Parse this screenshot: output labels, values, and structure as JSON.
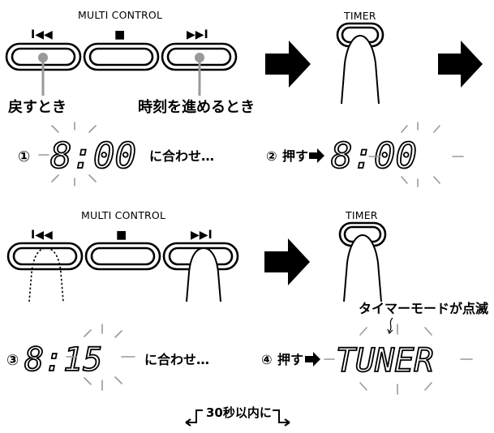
{
  "top": {
    "multi_control": "MULTI CONTROL",
    "prev_symbol": "I◀◀",
    "stop_symbol": "■",
    "next_symbol": "▶▶I",
    "timer": "TIMER",
    "back_label": "戻すとき",
    "forward_label": "時刻を進めるとき"
  },
  "step1": {
    "num": "①",
    "display": "8:00",
    "text": "に合わせ…"
  },
  "step2": {
    "num": "②",
    "text": "押す",
    "display": "8:00"
  },
  "bottom": {
    "multi_control": "MULTI CONTROL",
    "prev_symbol": "I◀◀",
    "stop_symbol": "■",
    "next_symbol": "▶▶I",
    "timer": "TIMER"
  },
  "step3": {
    "num": "③",
    "display": "8:15",
    "text": "に合わせ…"
  },
  "step4": {
    "num": "④",
    "text": "押す",
    "display": "TUNER",
    "note": "タイマーモードが点滅"
  },
  "footer": {
    "time_limit": "30秒以内に"
  }
}
